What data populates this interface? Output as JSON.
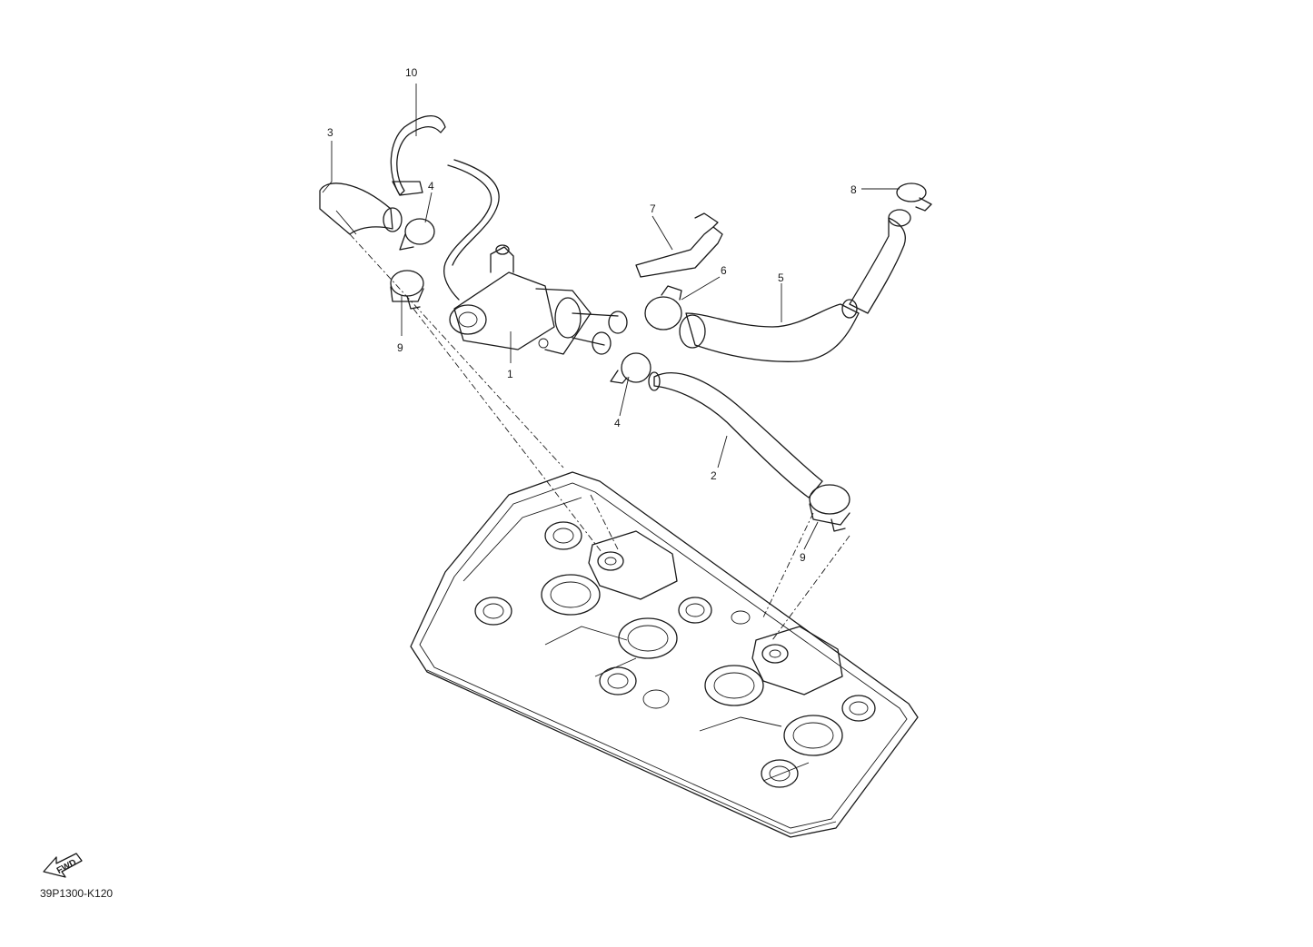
{
  "callouts": {
    "c1": "1",
    "c2": "2",
    "c3": "3",
    "c4a": "4",
    "c4b": "4",
    "c5": "5",
    "c6": "6",
    "c7": "7",
    "c8": "8",
    "c9a": "9",
    "c9b": "9",
    "c10": "10"
  },
  "fwd_label": "FWD",
  "diagram_code": "39P1300-K120"
}
